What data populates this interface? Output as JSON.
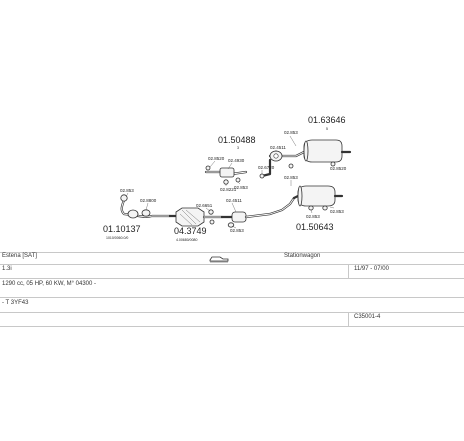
{
  "diagram": {
    "part_numbers": {
      "front_pipe": "01.10137",
      "catalyst": "04.3749",
      "middle_silencer": "01.50643",
      "rear_silencer_upper": "01.50488",
      "rear_silencer_right": "01.63646"
    },
    "sub_labels": {
      "front_pipe": "1010/0060.0/0",
      "catalyst": "4.00680/0080",
      "rear_silencer_right": "5",
      "rear_silencer_upper": "3"
    },
    "small_codes": [
      "02.853",
      "02.8800",
      "02.6651",
      "02.4511",
      "02.853",
      "02.8520",
      "02.4930",
      "02.8221",
      "02.853",
      "02.4511",
      "02.853",
      "02.8520",
      "02.6720",
      "02.853",
      "02.853",
      "02.853"
    ]
  },
  "info": {
    "row1": {
      "model": "Estena [SAT]",
      "body": "Stationwagon"
    },
    "row2": {
      "engine": "1.3i",
      "date": "11/97 - 07/00"
    },
    "row3": {
      "specs": "1290 cc, 05 HP, 60 KW, M° 04300 -"
    },
    "row4": {
      "ref": "- T 3YF43"
    },
    "row5": {
      "code": "C35001-4"
    }
  }
}
